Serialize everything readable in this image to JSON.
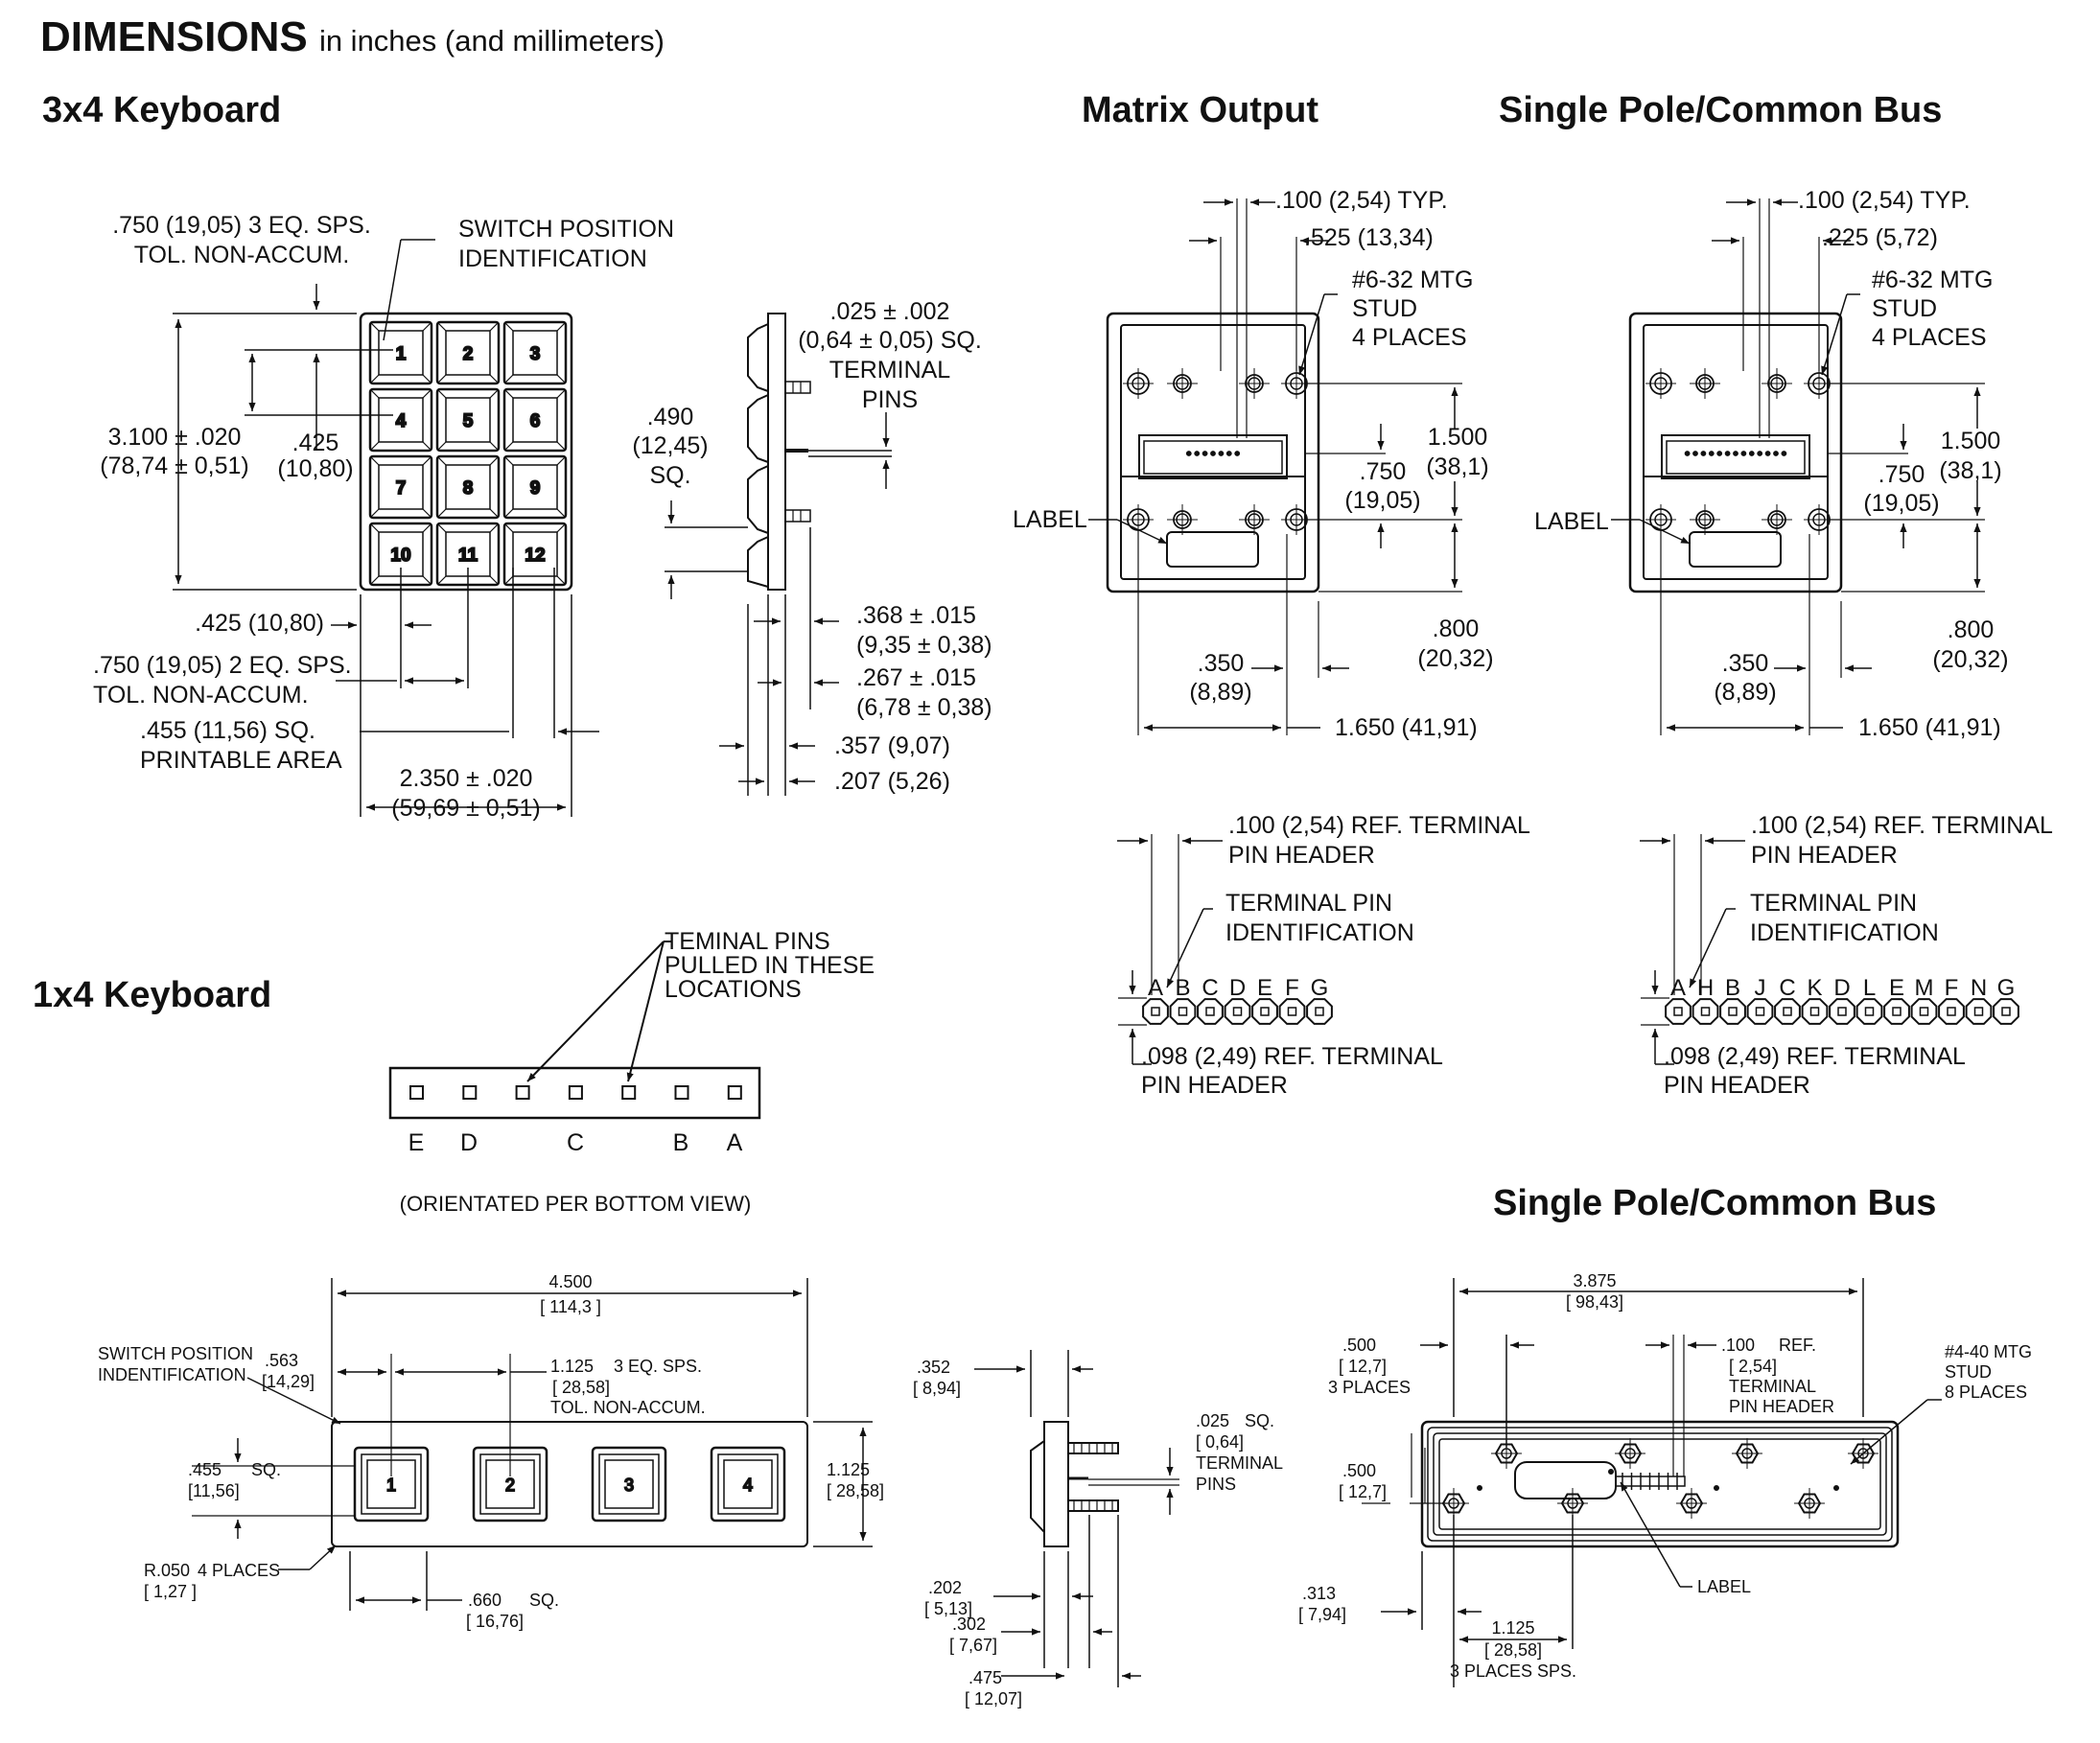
{
  "header": {
    "title": "DIMENSIONS",
    "subtitle": "in inches (and millimeters)"
  },
  "sections": {
    "kb34": "3x4 Keyboard",
    "matrix": "Matrix Output",
    "spcb": "Single Pole/Common Bus",
    "kb14": "1x4 Keyboard",
    "spcb2": "Single Pole/Common Bus"
  },
  "kb34": {
    "keys": [
      "1",
      "2",
      "3",
      "4",
      "5",
      "6",
      "7",
      "8",
      "9",
      "10",
      "11",
      "12"
    ],
    "dim_spacing": [
      ".750 (19,05) 3 EQ. SPS.",
      "TOL. NON-ACCUM."
    ],
    "switch_id": [
      "SWITCH POSITION",
      "IDENTIFICATION"
    ],
    "height": [
      "3.100 ± .020",
      "(78,74 ± 0,51)"
    ],
    "pitch": [
      ".425",
      "(10,80)"
    ],
    "left_offset": ".425 (10,80)",
    "spacing2": [
      ".750 (19,05) 2 EQ. SPS.",
      "TOL. NON-ACCUM."
    ],
    "printable": [
      ".455 (11,56) SQ.",
      "PRINTABLE AREA"
    ],
    "width": [
      "2.350 ± .020",
      "(59,69 ± 0,51)"
    ],
    "side_pins": [
      ".025 ± .002",
      "(0,64 ± 0,05) SQ.",
      "TERMINAL",
      "PINS"
    ],
    "side_key": [
      ".490",
      "(12,45)",
      "SQ."
    ],
    "side_d1": [
      ".368 ± .015",
      "(9,35 ± 0,38)"
    ],
    "side_d2": [
      ".267 ± .015",
      "(6,78 ± 0,38)"
    ],
    "side_d3": ".357 (9,07)",
    "side_d4": ".207 (5,26)"
  },
  "matrix": {
    "typ": ".100 (2,54) TYP.",
    "d525": ".525 (13,34)",
    "stud": [
      "#6-32 MTG",
      "STUD",
      "4 PLACES"
    ],
    "d1500": [
      "1.500",
      "(38,1)"
    ],
    "d750": [
      ".750",
      "(19,05)"
    ],
    "label": "LABEL",
    "d800": [
      ".800",
      "(20,32)"
    ],
    "d350": [
      ".350",
      "(8,89)"
    ],
    "d1650": "1.650 (41,91)",
    "ref_header": [
      ".100 (2,54) REF. TERMINAL",
      "PIN HEADER"
    ],
    "pin_id": [
      "TERMINAL PIN",
      "IDENTIFICATION"
    ],
    "pins": [
      "A",
      "B",
      "C",
      "D",
      "E",
      "F",
      "G"
    ],
    "ref_098": [
      ".098 (2,49) REF. TERMINAL",
      "PIN HEADER"
    ]
  },
  "spcb": {
    "typ": ".100 (2,54) TYP.",
    "d225": ".225 (5,72)",
    "stud": [
      "#6-32 MTG",
      "STUD",
      "4 PLACES"
    ],
    "d1500": [
      "1.500",
      "(38,1)"
    ],
    "d750": [
      ".750",
      "(19,05)"
    ],
    "label": "LABEL",
    "d800": [
      ".800",
      "(20,32)"
    ],
    "d350": [
      ".350",
      "(8,89)"
    ],
    "d1650": "1.650 (41,91)",
    "ref_header": [
      ".100 (2,54) REF. TERMINAL",
      "PIN HEADER"
    ],
    "pin_id": [
      "TERMINAL PIN",
      "IDENTIFICATION"
    ],
    "pins": [
      "A",
      "H",
      "B",
      "J",
      "C",
      "K",
      "D",
      "L",
      "E",
      "M",
      "F",
      "N",
      "G"
    ],
    "ref_098": [
      ".098 (2,49) REF. TERMINAL",
      "PIN HEADER"
    ]
  },
  "kb14_bottom": {
    "note": [
      "TEMINAL PINS",
      "PULLED IN THESE",
      "LOCATIONS"
    ],
    "pins": [
      "E",
      "D",
      "C",
      "B",
      "A"
    ],
    "orient": "(ORIENTATED PER BOTTOM VIEW)"
  },
  "kb14": {
    "keys": [
      "1",
      "2",
      "3",
      "4"
    ],
    "width": [
      "4.500",
      "[ 114,3 ]"
    ],
    "switch_id": [
      "SWITCH POSITION",
      "INDENTIFICATION"
    ],
    "d563": [
      ".563",
      "[14,29]"
    ],
    "spacing": [
      "1.125",
      "3 EQ. SPS.",
      "[ 28,58]",
      "TOL. NON-ACCUM."
    ],
    "d455": [
      ".455",
      "SQ.",
      "[11,56]"
    ],
    "height": [
      "1.125",
      "[ 28,58]"
    ],
    "radius": [
      "R.050",
      "4 PLACES",
      "[ 1,27 ]"
    ],
    "d660": [
      ".660",
      "SQ.",
      "[ 16,76]"
    ],
    "side_352": [
      ".352",
      "[ 8,94]"
    ],
    "side_pins": [
      ".025",
      "SQ.",
      "[ 0,64]",
      "TERMINAL",
      "PINS"
    ],
    "side_202": [
      ".202",
      "[ 5,13]"
    ],
    "side_302": [
      ".302",
      "[ 7,67]"
    ],
    "side_475": [
      ".475",
      "[ 12,07]"
    ]
  },
  "spcb2": {
    "width": [
      "3.875",
      "[ 98,43]"
    ],
    "d500a": [
      ".500",
      "[ 12,7]",
      "3 PLACES"
    ],
    "ref": [
      ".100",
      "REF.",
      "[ 2,54]",
      "TERMINAL",
      "PIN HEADER"
    ],
    "stud": [
      "#4-40 MTG",
      "STUD",
      "8 PLACES"
    ],
    "d500b": [
      ".500",
      "[ 12,7]"
    ],
    "d313": [
      ".313",
      "[ 7,94]"
    ],
    "label": "LABEL",
    "d1125": [
      "1.125",
      "[ 28,58]",
      "3 PLACES SPS."
    ]
  }
}
